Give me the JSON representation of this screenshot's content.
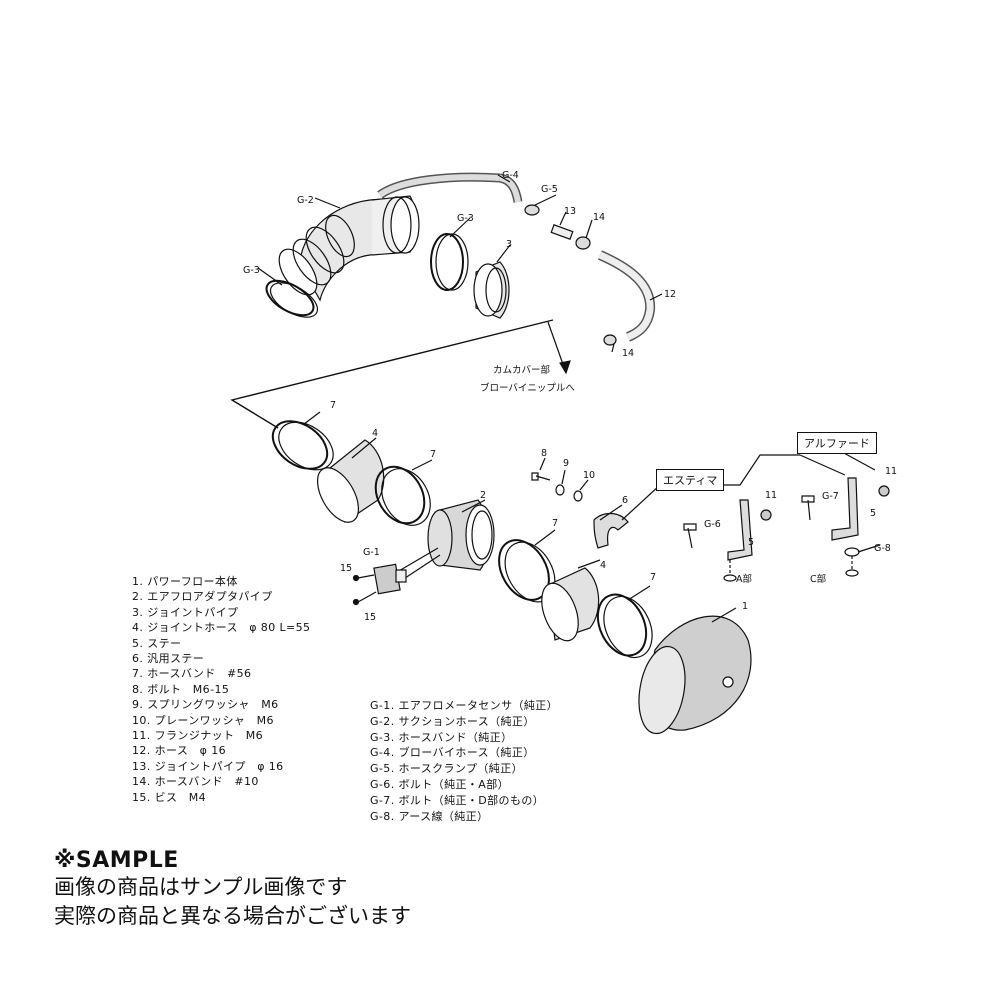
{
  "callouts": {
    "g4": "G-4",
    "g5": "G-5",
    "g2": "G-2",
    "g3a": "G-3",
    "g3b": "G-3",
    "n13": "13",
    "n14a": "14",
    "n14b": "14",
    "n3": "3",
    "n12": "12",
    "n7a": "7",
    "n4a": "4",
    "n7b": "7",
    "n2": "2",
    "n8": "8",
    "n9": "9",
    "n10": "10",
    "n6": "6",
    "g1": "G-1",
    "n15a": "15",
    "n15b": "15",
    "n7c": "7",
    "n4b": "4",
    "n7d": "7",
    "n1": "1",
    "n11a": "11",
    "n11b": "11",
    "g6": "G-6",
    "g7": "G-7",
    "n5a": "5",
    "n5b": "5",
    "g8": "G-8",
    "section_a": "A部",
    "section_c": "C部"
  },
  "arrow_note": {
    "line1": "カムカバー部",
    "line2": "ブローバイニップルへ"
  },
  "variant_labels": {
    "estima": "エスティマ",
    "alphard": "アルファード"
  },
  "parts_list": [
    "1. パワーフロー本体",
    "2. エアフロアダプタパイプ",
    "3. ジョイントパイプ",
    "4. ジョイントホース　φ 80 L=55",
    "5. ステー",
    "6. 汎用ステー",
    "7. ホースバンド　#56",
    "8. ボルト　M6-15",
    "9. スプリングワッシャ　M6",
    "10. プレーンワッシャ　M6",
    "11. フランジナット　M6",
    "12. ホース　φ 16",
    "13. ジョイントパイプ　φ 16",
    "14. ホースバンド　#10",
    "15. ビス　M4"
  ],
  "genuine_parts_list": [
    "G-1. エアフロメータセンサ（純正）",
    "G-2. サクションホース（純正）",
    "G-3. ホースバンド（純正）",
    "G-4. ブローバイホース（純正）",
    "G-5. ホースクランプ（純正）",
    "G-6. ボルト（純正・A部）",
    "G-7. ボルト（純正・D部のもの）",
    "G-8. アース線（純正）"
  ],
  "notice": {
    "heading": "※SAMPLE",
    "line1": "画像の商品はサンプル画像です",
    "line2": "実際の商品と異なる場合がございます"
  }
}
